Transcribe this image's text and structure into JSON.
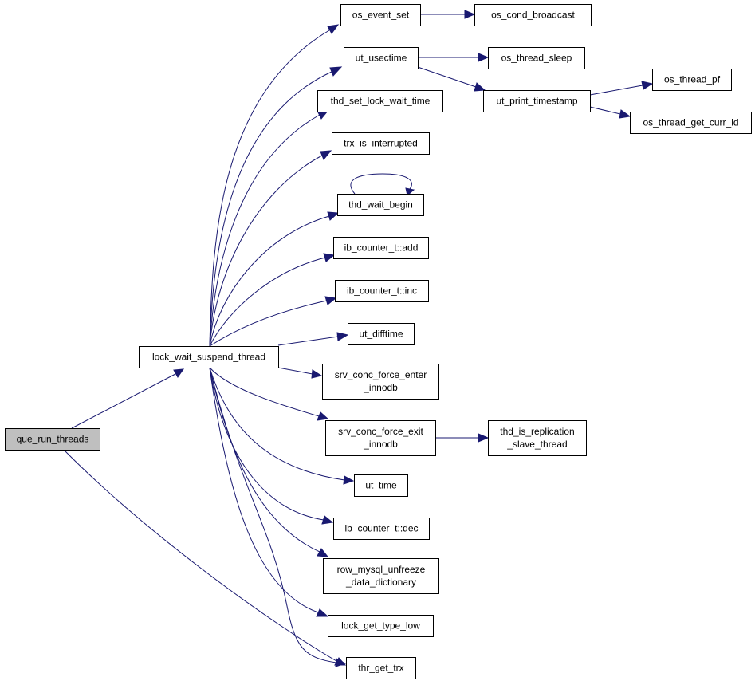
{
  "graph": {
    "edge_color": "#191970",
    "node_fill": "#ffffff",
    "root_fill": "#bfbfbf",
    "nodes": [
      {
        "id": "que_run_threads",
        "lines": [
          "que_run_threads"
        ]
      },
      {
        "id": "lock_wait_suspend_thread",
        "lines": [
          "lock_wait_suspend_thread"
        ]
      },
      {
        "id": "os_event_set",
        "lines": [
          "os_event_set"
        ]
      },
      {
        "id": "os_cond_broadcast",
        "lines": [
          "os_cond_broadcast"
        ]
      },
      {
        "id": "ut_usectime",
        "lines": [
          "ut_usectime"
        ]
      },
      {
        "id": "os_thread_sleep",
        "lines": [
          "os_thread_sleep"
        ]
      },
      {
        "id": "ut_print_timestamp",
        "lines": [
          "ut_print_timestamp"
        ]
      },
      {
        "id": "os_thread_pf",
        "lines": [
          "os_thread_pf"
        ]
      },
      {
        "id": "os_thread_get_curr_id",
        "lines": [
          "os_thread_get_curr_id"
        ]
      },
      {
        "id": "thd_set_lock_wait_time",
        "lines": [
          "thd_set_lock_wait_time"
        ]
      },
      {
        "id": "trx_is_interrupted",
        "lines": [
          "trx_is_interrupted"
        ]
      },
      {
        "id": "thd_wait_begin",
        "lines": [
          "thd_wait_begin"
        ]
      },
      {
        "id": "ib_counter_t_add",
        "lines": [
          "ib_counter_t::add"
        ]
      },
      {
        "id": "ib_counter_t_inc",
        "lines": [
          "ib_counter_t::inc"
        ]
      },
      {
        "id": "ut_difftime",
        "lines": [
          "ut_difftime"
        ]
      },
      {
        "id": "srv_conc_force_enter_innodb",
        "lines": [
          "srv_conc_force_enter",
          "_innodb"
        ]
      },
      {
        "id": "srv_conc_force_exit_innodb",
        "lines": [
          "srv_conc_force_exit",
          "_innodb"
        ]
      },
      {
        "id": "thd_is_replication_slave_thread",
        "lines": [
          "thd_is_replication",
          "_slave_thread"
        ]
      },
      {
        "id": "ut_time",
        "lines": [
          "ut_time"
        ]
      },
      {
        "id": "ib_counter_t_dec",
        "lines": [
          "ib_counter_t::dec"
        ]
      },
      {
        "id": "row_mysql_unfreeze_data_dictionary",
        "lines": [
          "row_mysql_unfreeze",
          "_data_dictionary"
        ]
      },
      {
        "id": "lock_get_type_low",
        "lines": [
          "lock_get_type_low"
        ]
      },
      {
        "id": "thr_get_trx",
        "lines": [
          "thr_get_trx"
        ]
      }
    ],
    "edges": [
      {
        "from": "que_run_threads",
        "to": "lock_wait_suspend_thread"
      },
      {
        "from": "que_run_threads",
        "to": "thr_get_trx"
      },
      {
        "from": "lock_wait_suspend_thread",
        "to": "os_event_set"
      },
      {
        "from": "lock_wait_suspend_thread",
        "to": "ut_usectime"
      },
      {
        "from": "lock_wait_suspend_thread",
        "to": "thd_set_lock_wait_time"
      },
      {
        "from": "lock_wait_suspend_thread",
        "to": "trx_is_interrupted"
      },
      {
        "from": "lock_wait_suspend_thread",
        "to": "thd_wait_begin"
      },
      {
        "from": "lock_wait_suspend_thread",
        "to": "ib_counter_t_add"
      },
      {
        "from": "lock_wait_suspend_thread",
        "to": "ib_counter_t_inc"
      },
      {
        "from": "lock_wait_suspend_thread",
        "to": "ut_difftime"
      },
      {
        "from": "lock_wait_suspend_thread",
        "to": "srv_conc_force_enter_innodb"
      },
      {
        "from": "lock_wait_suspend_thread",
        "to": "srv_conc_force_exit_innodb"
      },
      {
        "from": "lock_wait_suspend_thread",
        "to": "ut_time"
      },
      {
        "from": "lock_wait_suspend_thread",
        "to": "ib_counter_t_dec"
      },
      {
        "from": "lock_wait_suspend_thread",
        "to": "row_mysql_unfreeze_data_dictionary"
      },
      {
        "from": "lock_wait_suspend_thread",
        "to": "lock_get_type_low"
      },
      {
        "from": "lock_wait_suspend_thread",
        "to": "thr_get_trx"
      },
      {
        "from": "os_event_set",
        "to": "os_cond_broadcast"
      },
      {
        "from": "ut_usectime",
        "to": "os_thread_sleep"
      },
      {
        "from": "ut_usectime",
        "to": "ut_print_timestamp"
      },
      {
        "from": "ut_print_timestamp",
        "to": "os_thread_pf"
      },
      {
        "from": "ut_print_timestamp",
        "to": "os_thread_get_curr_id"
      },
      {
        "from": "thd_wait_begin",
        "to": "thd_wait_begin"
      },
      {
        "from": "srv_conc_force_exit_innodb",
        "to": "thd_is_replication_slave_thread"
      }
    ]
  }
}
